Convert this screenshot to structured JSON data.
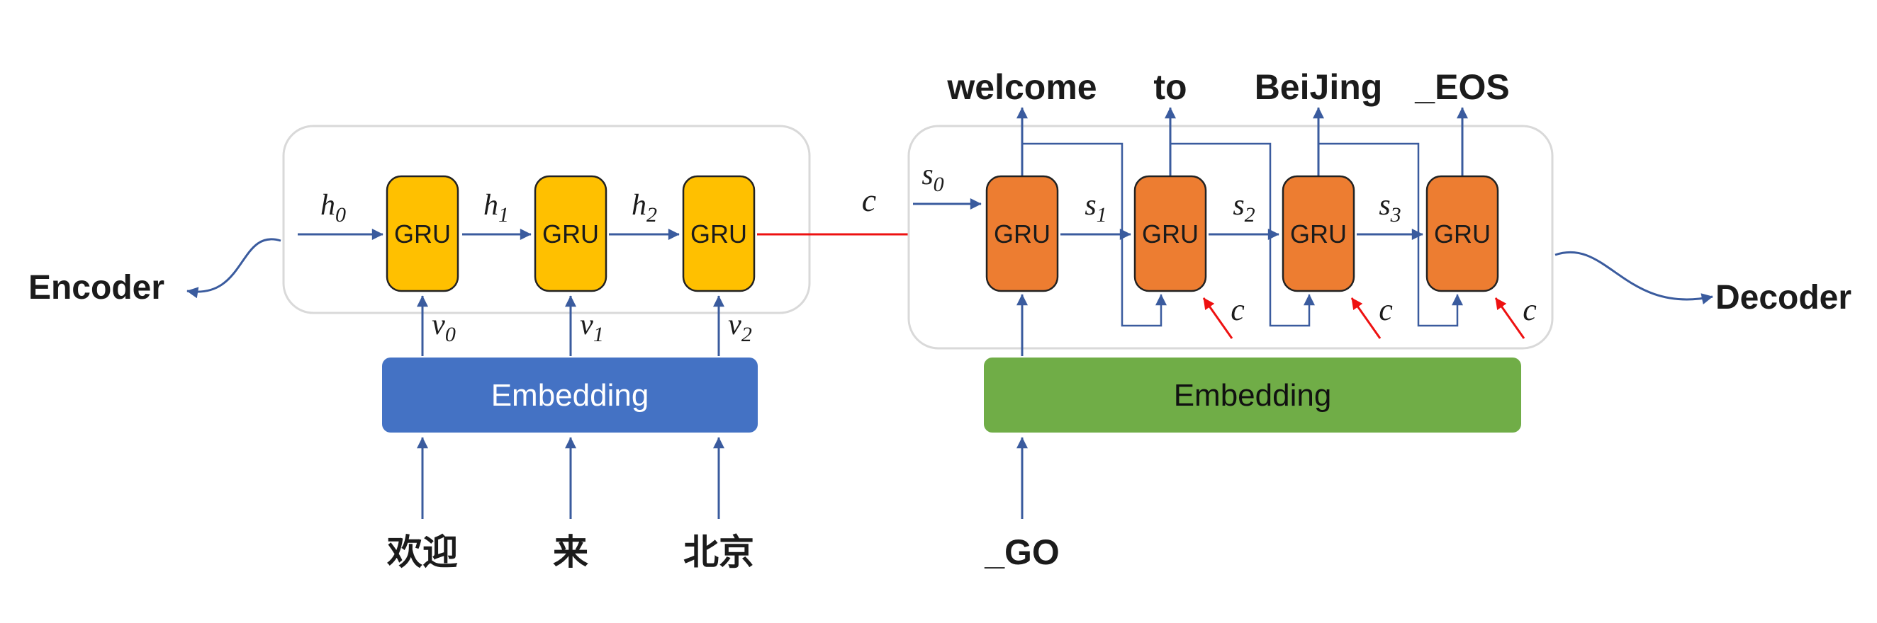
{
  "encoder": {
    "label": "Encoder",
    "grus": [
      "GRU",
      "GRU",
      "GRU"
    ],
    "hidden_states": [
      {
        "base": "h",
        "sub": "0"
      },
      {
        "base": "h",
        "sub": "1"
      },
      {
        "base": "h",
        "sub": "2"
      }
    ],
    "embedding": {
      "label": "Embedding",
      "vectors": [
        {
          "base": "v",
          "sub": "0"
        },
        {
          "base": "v",
          "sub": "1"
        },
        {
          "base": "v",
          "sub": "2"
        }
      ]
    },
    "inputs": [
      "欢迎",
      "来",
      "北京"
    ]
  },
  "context": {
    "label": "c"
  },
  "decoder": {
    "label": "Decoder",
    "grus": [
      "GRU",
      "GRU",
      "GRU",
      "GRU"
    ],
    "states": [
      {
        "base": "s",
        "sub": "0"
      },
      {
        "base": "s",
        "sub": "1"
      },
      {
        "base": "s",
        "sub": "2"
      },
      {
        "base": "s",
        "sub": "3"
      }
    ],
    "context_inputs": [
      "c",
      "c",
      "c"
    ],
    "embedding": {
      "label": "Embedding"
    },
    "start_token": "_GO",
    "outputs": [
      "welcome",
      "to",
      "BeiJing",
      "_EOS"
    ]
  },
  "colors": {
    "encoder_gru_fill": "#FFC000",
    "decoder_gru_fill": "#ED7D31",
    "encoder_embedding_fill": "#4472C4",
    "decoder_embedding_fill": "#70AD47",
    "arrow_blue": "#3A5B9E",
    "arrow_red": "#EE1111",
    "container_border": "#D9D9D9",
    "gru_border": "#222222",
    "text_dark": "#1B1B1B",
    "embedding_text_encoder": "#FFFFFF",
    "embedding_text_decoder": "#111111"
  }
}
